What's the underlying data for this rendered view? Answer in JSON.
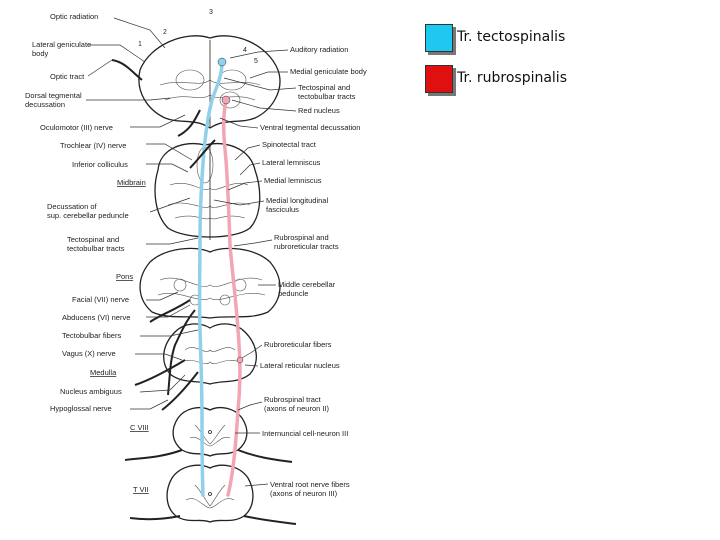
{
  "legend": [
    {
      "label": "Tr. tectospinalis",
      "color": "#1ec8f0"
    },
    {
      "label": "Tr. rubrospinalis",
      "color": "#e01010"
    }
  ],
  "tract_colors": {
    "tectospinal": "#8fd0ea",
    "rubrospinal": "#f2a5b5"
  },
  "numbers": {
    "n1": "1",
    "n2": "2",
    "n3": "3",
    "n4": "4",
    "n5": "5"
  },
  "labels_left": {
    "optic_radiation": "Optic radiation",
    "lateral_geniculate_1": "Lateral geniculate",
    "lateral_geniculate_2": "body",
    "optic_tract": "Optic tract",
    "dorsal_tegmental_1": "Dorsal tegmental",
    "dorsal_tegmental_2": "decussation",
    "oculomotor": "Oculomotor (III) nerve",
    "trochlear": "Trochlear (IV) nerve",
    "inferior_colliculus": "Inferior colliculus",
    "midbrain": "Midbrain",
    "decussation_1": "Decussation of",
    "decussation_2": "sup. cerebellar peduncle",
    "tectospinal_1": "Tectospinal and",
    "tectospinal_2": "tectobulbar tracts",
    "pons": "Pons",
    "facial": "Facial (VII) nerve",
    "abducens": "Abducens (VI) nerve",
    "tectobulbar_fibers": "Tectobulbar fibers",
    "vagus": "Vagus (X) nerve",
    "medulla": "Medulla",
    "nucleus_ambiguus": "Nucleus ambiguus",
    "hypoglossal": "Hypoglossal nerve",
    "c_level": "C VIII",
    "t_level": "T VII"
  },
  "labels_right": {
    "auditory_radiation": "Auditory radiation",
    "medial_geniculate": "Medial geniculate body",
    "tectospinal_tecto_1": "Tectospinal and",
    "tectospinal_tecto_2": "tectobulbar tracts",
    "red_nucleus": "Red nucleus",
    "ventral_tegmental": "Ventral tegmental decussation",
    "spinotectal": "Spinotectal tract",
    "lateral_lemniscus": "Lateral lemniscus",
    "medial_lemniscus": "Medial lemniscus",
    "mlf_1": "Medial longitudinal",
    "mlf_2": "fasciculus",
    "rubrospinal_1": "Rubrospinal and",
    "rubrospinal_2": "rubroreticular tracts",
    "middle_cerebellar_1": "Middle cerebellar",
    "middle_cerebellar_2": "peduncle",
    "rubroreticular_fibers": "Rubroreticular fibers",
    "lateral_reticular": "Lateral reticular nucleus",
    "rubrospinal_tract_1": "Rubrospinal tract",
    "rubrospinal_tract_2": "(axons of neuron II)",
    "internuncial": "Internuncial cell-neuron III",
    "ventral_root_1": "Ventral root nerve fibers",
    "ventral_root_2": "(axons of neuron III)"
  }
}
